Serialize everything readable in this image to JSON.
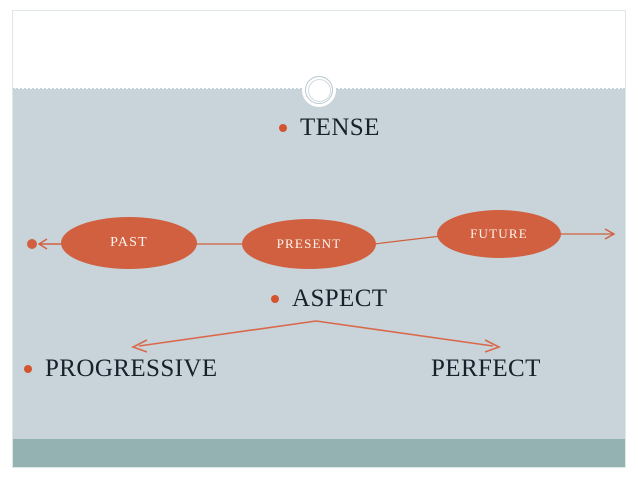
{
  "slide": {
    "palette": {
      "background_body": "#c9d4da",
      "background_top": "#ffffff",
      "footer_bar": "#95b2b2",
      "accent_orange": "#d0603f",
      "bullet_orange": "#d3542f",
      "text_dark": "#17202b",
      "ellipse_text": "#fdf3ee",
      "divider": "#c6d2da"
    },
    "headings": {
      "tense": "TENSE",
      "aspect": "ASPECT"
    },
    "tense_nodes": [
      {
        "label": "PAST"
      },
      {
        "label": "PRESENT"
      },
      {
        "label": "FUTURE"
      }
    ],
    "aspect_nodes": [
      {
        "label": "PROGRESSIVE",
        "has_bullet": true
      },
      {
        "label": "PERFECT",
        "has_bullet": false
      }
    ],
    "decorations": {
      "circle": "circle-decoration",
      "left_arrow": "left-arrow",
      "right_arrow": "right-arrow",
      "branch_left_arrow": "branch-left-arrow",
      "branch_right_arrow": "branch-right-arrow"
    }
  }
}
